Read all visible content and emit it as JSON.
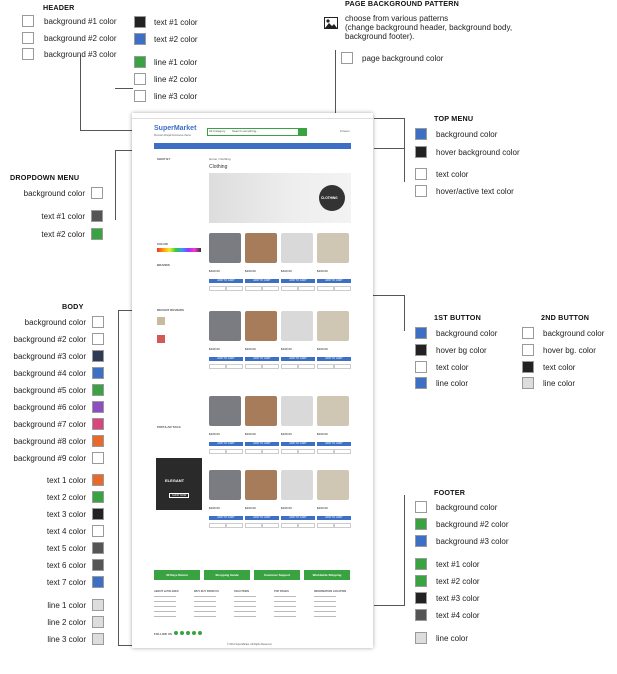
{
  "header": {
    "title": "HEADER",
    "left_items": [
      {
        "label": "background #1 color",
        "color": "#ffffff"
      },
      {
        "label": "background #2 color",
        "color": "#ffffff"
      },
      {
        "label": "background #3 color",
        "color": "#ffffff"
      }
    ],
    "right_items": [
      {
        "label": "text #1 color",
        "color": "#222222"
      },
      {
        "label": "text #2 color",
        "color": "#3d6fc4"
      },
      {
        "label": "line #1 color",
        "color": "#3aa341"
      },
      {
        "label": "line #2 color",
        "color": "#ffffff"
      },
      {
        "label": "line #3 color",
        "color": "#ffffff"
      }
    ]
  },
  "page_background": {
    "title": "PAGE BACKGROUND PATTERN",
    "description": "choose from various patterns\n(change background header, background body,\nbackground footer).",
    "item": {
      "label": "page background color",
      "color": "#ffffff"
    }
  },
  "top_menu": {
    "title": "TOP MENU",
    "items": [
      {
        "label": "background color",
        "color": "#3d6fc4"
      },
      {
        "label": "hover background color",
        "color": "#222222"
      },
      {
        "label": "text color",
        "color": "#ffffff"
      },
      {
        "label": "hover/active text color",
        "color": "#ffffff"
      }
    ]
  },
  "dropdown_menu": {
    "title": "DROPDOWN MENU",
    "items": [
      {
        "label": "background color",
        "color": "#ffffff"
      },
      {
        "label": "text #1 color",
        "color": "#555555"
      },
      {
        "label": "text #2 color",
        "color": "#3aa341"
      }
    ]
  },
  "body": {
    "title": "BODY",
    "backgrounds": [
      {
        "label": "background color",
        "color": "#ffffff"
      },
      {
        "label": "background #2 color",
        "color": "#ffffff"
      },
      {
        "label": "background #3 color",
        "color": "#2e3b55"
      },
      {
        "label": "background #4 color",
        "color": "#3d6fc4"
      },
      {
        "label": "background #5 color",
        "color": "#3aa341"
      },
      {
        "label": "background #6 color",
        "color": "#8c4fc0"
      },
      {
        "label": "background #7 color",
        "color": "#d9467e"
      },
      {
        "label": "background #8 color",
        "color": "#e8692a"
      },
      {
        "label": "background #9 color",
        "color": "#ffffff"
      }
    ],
    "texts": [
      {
        "label": "text 1 color",
        "color": "#e8692a"
      },
      {
        "label": "text 2 color",
        "color": "#3aa341"
      },
      {
        "label": "text 3 color",
        "color": "#222222"
      },
      {
        "label": "text 4 color",
        "color": "#ffffff"
      },
      {
        "label": "text 5 color",
        "color": "#555555"
      },
      {
        "label": "text 6 color",
        "color": "#555555"
      },
      {
        "label": "text 7 color",
        "color": "#3d6fc4"
      }
    ],
    "lines": [
      {
        "label": "line 1 color",
        "color": "#dddddd"
      },
      {
        "label": "line 2 color",
        "color": "#dddddd"
      },
      {
        "label": "line 3 color",
        "color": "#dddddd"
      }
    ]
  },
  "first_button": {
    "title": "1ST BUTTON",
    "items": [
      {
        "label": "background color",
        "color": "#3d6fc4"
      },
      {
        "label": "hover bg color",
        "color": "#222222"
      },
      {
        "label": "text color",
        "color": "#ffffff"
      },
      {
        "label": "line color",
        "color": "#3d6fc4"
      }
    ]
  },
  "second_button": {
    "title": "2ND BUTTON",
    "items": [
      {
        "label": "background color",
        "color": "#ffffff"
      },
      {
        "label": "hover bg. color",
        "color": "#ffffff"
      },
      {
        "label": "text color",
        "color": "#222222"
      },
      {
        "label": "line color",
        "color": "#dddddd"
      }
    ]
  },
  "footer": {
    "title": "FOOTER",
    "backgrounds": [
      {
        "label": "background color",
        "color": "#ffffff"
      },
      {
        "label": "background #2 color",
        "color": "#3aa341"
      },
      {
        "label": "background #3 color",
        "color": "#3d6fc4"
      }
    ],
    "texts": [
      {
        "label": "text #1 color",
        "color": "#3aa341"
      },
      {
        "label": "text #2 color",
        "color": "#3aa341"
      },
      {
        "label": "text #3 color",
        "color": "#222222"
      },
      {
        "label": "text #4 color",
        "color": "#555555"
      }
    ],
    "line": {
      "label": "line color",
      "color": "#dddddd"
    }
  },
  "mockup": {
    "logo": "SuperMarket",
    "tagline": "Premium Drupal Commerce theme",
    "search_category": "All Category",
    "search_placeholder": "Search something...",
    "cart_label": "0 items",
    "breadcrumb": "Home  /  Clothing",
    "page_title": "Clothing",
    "banner_text": "CLOTHING",
    "categories_title": "SHOP BY",
    "colour_title": "COLOR",
    "brands_title": "BRANDS",
    "recent_title": "RECENT REVIEWS",
    "popular_title": "POPULAR TAGS",
    "promo_text": "ELEGANT",
    "promo_button": "SHOP NOW",
    "add_to_cart": "ADD TO CART",
    "product_price": "$100.00",
    "footer_boxes": [
      "30 Days Return",
      "Shopping Guide",
      "Customer Support",
      "Worldwide Shipping"
    ],
    "footer_cols": [
      "ABOUT & POLICIES",
      "WHY BUY FROM US",
      "SOLUTIONS",
      "TOP PAGES",
      "INFORMATION LOCATION"
    ],
    "follow": "FOLLOW US",
    "copyright": "© 2014 SuperMarket. All Rights Reserved."
  },
  "colors": {
    "accent_blue": "#3d6fc4",
    "accent_green": "#3aa341",
    "dark": "#222222"
  }
}
